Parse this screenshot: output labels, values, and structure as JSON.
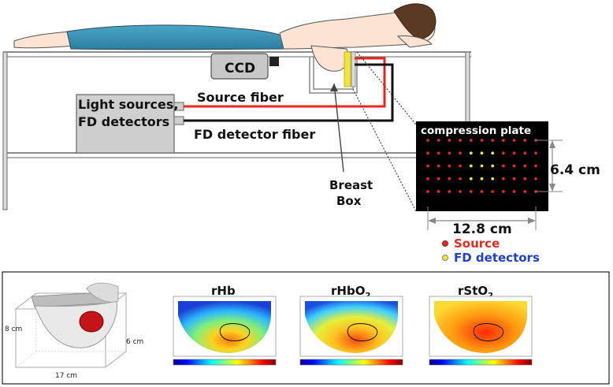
{
  "labels": {
    "ccd": "CCD",
    "light_sources_line1": "Light sources,",
    "light_sources_line2": "FD detectors",
    "source_fiber": "Source fiber",
    "fd_detector_fiber": "FD detector fiber",
    "breast_box_line1": "Breast",
    "breast_box_line2": "Box",
    "compression_plate": "compression plate",
    "height_dim": "6.4 cm",
    "width_dim": "12.8 cm"
  },
  "legend": {
    "source": "Source",
    "fd_detectors": "FD detectors"
  },
  "panels": {
    "rhb": "rHb",
    "rhbo2": "rHbO",
    "rhbo2_sub": "2",
    "rsto2": "rStO",
    "rsto2_sub": "2"
  },
  "model": {
    "dim_height": "8 cm",
    "dim_depth": "6 cm",
    "dim_width": "17 cm"
  },
  "colors": {
    "source": "#e8281e",
    "detector": "#f2e43a",
    "source_fiber": "#e8281e",
    "detector_fiber": "#111111",
    "legend_source_text": "#e8281e",
    "legend_detector_text": "#1f3fd1"
  },
  "plate": {
    "rows": 5,
    "cols": 11,
    "detector_cols": [
      4,
      5,
      6
    ],
    "detector_rows": [
      1,
      2,
      3
    ]
  }
}
